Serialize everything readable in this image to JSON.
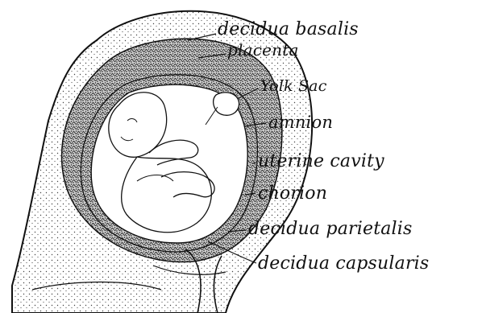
{
  "diagram": {
    "labels": {
      "decidua_basalis": "decidua basalis",
      "placenta": "placenta",
      "yolk_sac": "Yolk Sac",
      "amnion": "amnion",
      "uterine_cavity": "uterine cavity",
      "chorion": "chorion",
      "decidua_parietalis": "decidua parietalis",
      "decidua_capsularis": "decidua capsularis"
    }
  }
}
